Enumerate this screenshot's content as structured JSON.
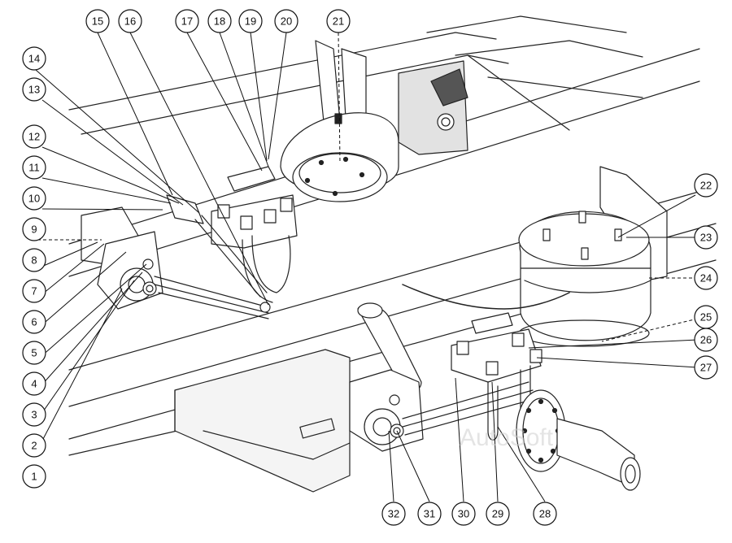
{
  "diagram": {
    "watermark": "AutoSoft",
    "callouts": [
      {
        "n": "1"
      },
      {
        "n": "2"
      },
      {
        "n": "3"
      },
      {
        "n": "4"
      },
      {
        "n": "5"
      },
      {
        "n": "6"
      },
      {
        "n": "7"
      },
      {
        "n": "8"
      },
      {
        "n": "9"
      },
      {
        "n": "10"
      },
      {
        "n": "11"
      },
      {
        "n": "12"
      },
      {
        "n": "13"
      },
      {
        "n": "14"
      },
      {
        "n": "15"
      },
      {
        "n": "16"
      },
      {
        "n": "17"
      },
      {
        "n": "18"
      },
      {
        "n": "19"
      },
      {
        "n": "20"
      },
      {
        "n": "21"
      },
      {
        "n": "22"
      },
      {
        "n": "23"
      },
      {
        "n": "24"
      },
      {
        "n": "25"
      },
      {
        "n": "26"
      },
      {
        "n": "27"
      },
      {
        "n": "28"
      },
      {
        "n": "29"
      },
      {
        "n": "30"
      },
      {
        "n": "31"
      },
      {
        "n": "32"
      }
    ]
  }
}
